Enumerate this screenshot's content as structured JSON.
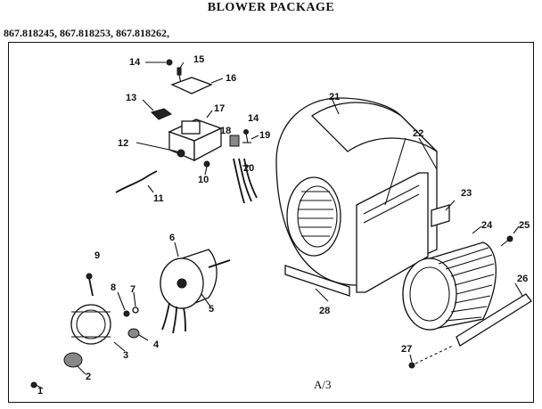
{
  "title": "BLOWER PACKAGE",
  "models": "867.818245,  867.818253,  867.818262,",
  "page_ref": "A/3",
  "callouts": [
    {
      "id": "1",
      "text": "1"
    },
    {
      "id": "2",
      "text": "2"
    },
    {
      "id": "3",
      "text": "3"
    },
    {
      "id": "4",
      "text": "4"
    },
    {
      "id": "5",
      "text": "5"
    },
    {
      "id": "6",
      "text": "6"
    },
    {
      "id": "7",
      "text": "7"
    },
    {
      "id": "8",
      "text": "8"
    },
    {
      "id": "9",
      "text": "9"
    },
    {
      "id": "10",
      "text": "10"
    },
    {
      "id": "11",
      "text": "11"
    },
    {
      "id": "12",
      "text": "12"
    },
    {
      "id": "13",
      "text": "13"
    },
    {
      "id": "14a",
      "text": "14"
    },
    {
      "id": "14b",
      "text": "14"
    },
    {
      "id": "15",
      "text": "15"
    },
    {
      "id": "16",
      "text": "16"
    },
    {
      "id": "17",
      "text": "17"
    },
    {
      "id": "18",
      "text": "18"
    },
    {
      "id": "19",
      "text": "19"
    },
    {
      "id": "20",
      "text": "20"
    },
    {
      "id": "21",
      "text": "21"
    },
    {
      "id": "22",
      "text": "22"
    },
    {
      "id": "23",
      "text": "23"
    },
    {
      "id": "24",
      "text": "24"
    },
    {
      "id": "25",
      "text": "25"
    },
    {
      "id": "26",
      "text": "26"
    },
    {
      "id": "27",
      "text": "27"
    },
    {
      "id": "28",
      "text": "28"
    }
  ]
}
